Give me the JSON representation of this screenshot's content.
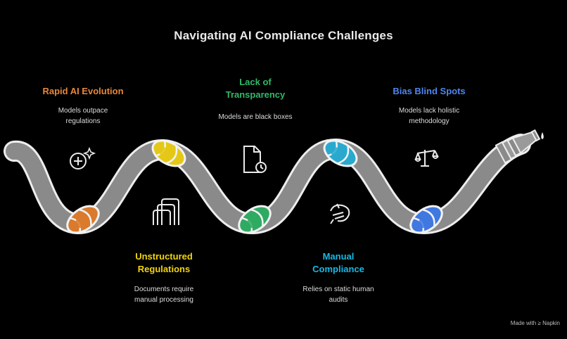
{
  "title": "Navigating AI Compliance Challenges",
  "steps": [
    {
      "id": "rapid-ai-evolution",
      "label_lines": [
        "Rapid AI Evolution"
      ],
      "desc_lines": [
        "Models outpace",
        "regulations"
      ],
      "color": "#e8883a",
      "knot_color": "#d97a2c",
      "icon": "plus-sparkle-icon"
    },
    {
      "id": "unstructured-regulations",
      "label_lines": [
        "Unstructured",
        "Regulations"
      ],
      "desc_lines": [
        "Documents require",
        "manual processing"
      ],
      "color": "#f2d40f",
      "knot_color": "#e4c815",
      "icon": "stacked-frames-icon"
    },
    {
      "id": "lack-of-transparency",
      "label_lines": [
        "Lack of",
        "Transparency"
      ],
      "desc_lines": [
        "Models are black boxes"
      ],
      "color": "#2fba6a",
      "knot_color": "#2faa62",
      "icon": "document-clock-icon"
    },
    {
      "id": "manual-compliance",
      "label_lines": [
        "Manual",
        "Compliance"
      ],
      "desc_lines": [
        "Relies on static human",
        "audits"
      ],
      "color": "#17b9e6",
      "knot_color": "#2aa9cf",
      "icon": "hand-gesture-icon"
    },
    {
      "id": "bias-blind-spots",
      "label_lines": [
        "Bias Blind Spots"
      ],
      "desc_lines": [
        "Models lack holistic",
        "methodology"
      ],
      "color": "#4f86ee",
      "knot_color": "#3f78e0",
      "icon": "balance-scale-icon"
    }
  ],
  "watermark": "Made with ≥ Napkin"
}
